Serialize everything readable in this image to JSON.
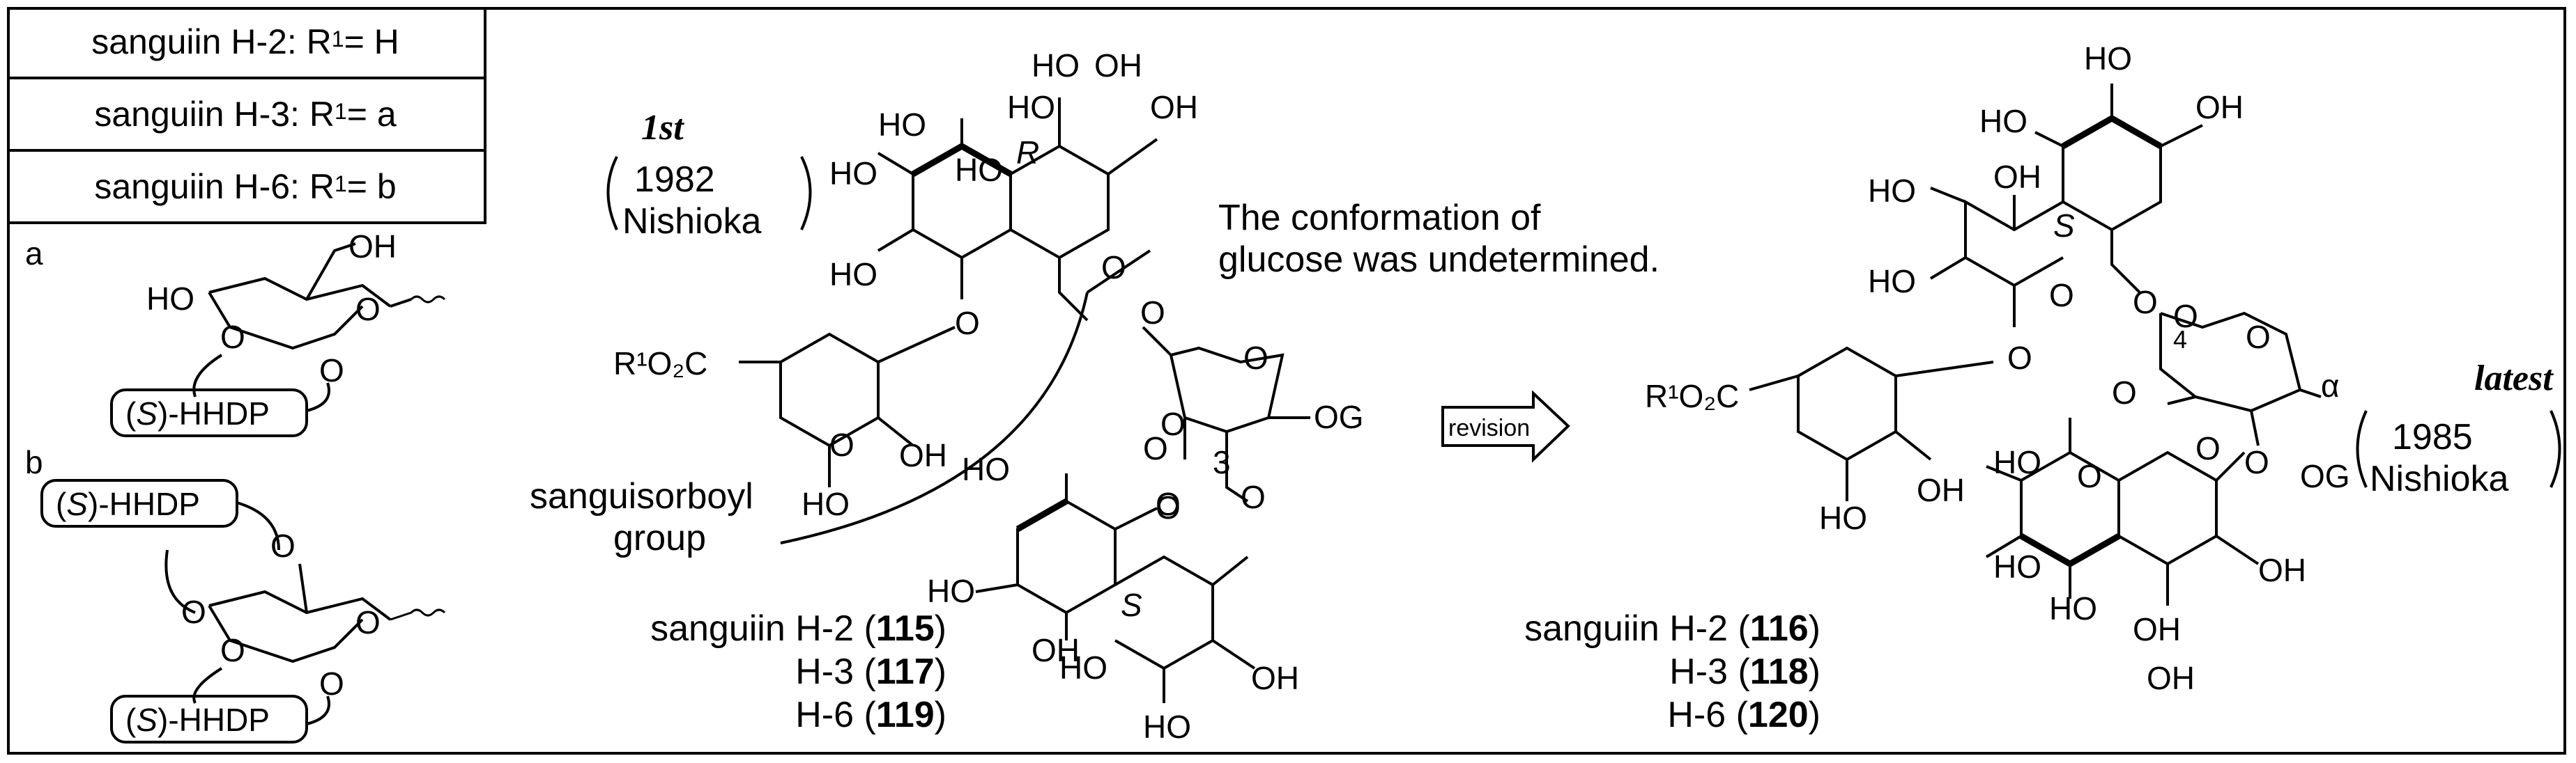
{
  "legend": {
    "row1": {
      "prefix": "sanguiin H-2: R",
      "sup": "1",
      "suffix": " = H"
    },
    "row2": {
      "prefix": "sanguiin H-3: R",
      "sup": "1",
      "suffix": " = a"
    },
    "row3": {
      "prefix": "sanguiin H-6: R",
      "sup": "1",
      "suffix": " = b"
    }
  },
  "sub_a": {
    "label": "a",
    "oh": "OH",
    "ho": "HO",
    "o": "O",
    "hhdp_pre": "(",
    "hhdp_s": "S",
    "hhdp_post": ")-HHDP"
  },
  "sub_b": {
    "label": "b",
    "o": "O",
    "hhdp_pre": "(",
    "hhdp_s": "S",
    "hhdp_post": ")-HHDP"
  },
  "first": {
    "tag": "1st",
    "year": "1982",
    "author": "Nishioka",
    "note_line1": "The conformation of",
    "note_line2": "glucose was undetermined.",
    "group_line1": "sanguisorboyl",
    "group_line2": "group",
    "stereo_top": "R",
    "stereo_bottom": "S",
    "locant3": "3",
    "ester": "R¹O₂C",
    "og": "OG",
    "oh": "OH",
    "ho": "HO",
    "o": "O",
    "compounds": [
      {
        "name": "sanguiin H-2 (",
        "num": "115",
        "close": ")"
      },
      {
        "name": "H-3 (",
        "num": "117",
        "close": ")"
      },
      {
        "name": "H-6 (",
        "num": "119",
        "close": ")"
      }
    ]
  },
  "arrow": {
    "label": "revision"
  },
  "latest": {
    "tag": "latest",
    "year": "1985",
    "author": "Nishioka",
    "stereo_top": "S",
    "locant4": "4",
    "alpha": "α",
    "ester": "R¹O₂C",
    "og": "OG",
    "oh": "OH",
    "ho": "HO",
    "o": "O",
    "compounds": [
      {
        "name": "sanguiin H-2 (",
        "num": "116",
        "close": ")"
      },
      {
        "name": "H-3 (",
        "num": "118",
        "close": ")"
      },
      {
        "name": "H-6 (",
        "num": "120",
        "close": ")"
      }
    ]
  }
}
